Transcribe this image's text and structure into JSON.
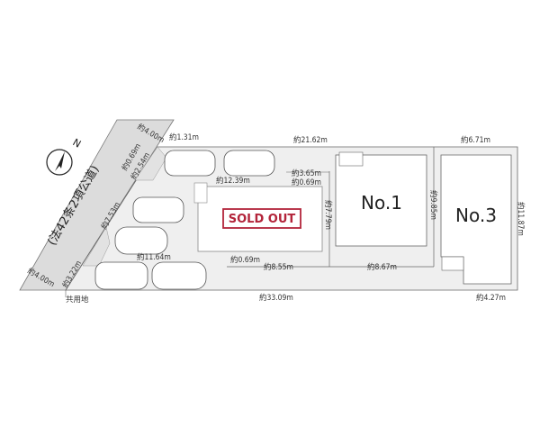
{
  "road_label": "(法42条2項公道)",
  "compass_label": "N",
  "common_area_label": "共用地",
  "lots": [
    {
      "label": "SOLD OUT",
      "status": "sold"
    },
    {
      "label": "No.1"
    },
    {
      "label": "No.3"
    }
  ],
  "dimensions": {
    "road_top": "約4.00m",
    "road_bottom": "約4.00m",
    "d_069_top": "約0.69m",
    "d_254": "約2.54m",
    "d_131": "約1.31m",
    "d_753": "約7.53m",
    "d_322": "約3.22m",
    "d_1164": "約11.64m",
    "d_1239": "約12.39m",
    "d_2162": "約21.62m",
    "d_671": "約6.71m",
    "d_365": "約3.65m",
    "d_069_mid": "約0.69m",
    "d_779": "約7.79m",
    "d_985": "約9.85m",
    "d_1187": "約11.87m",
    "d_069_bottom": "約0.69m",
    "d_855": "約8.55m",
    "d_867": "約8.67m",
    "d_3309": "約33.09m",
    "d_427": "約4.27m"
  },
  "colors": {
    "sold": "#b3243a",
    "ground": "#efefef",
    "road": "#dcdcdc"
  }
}
